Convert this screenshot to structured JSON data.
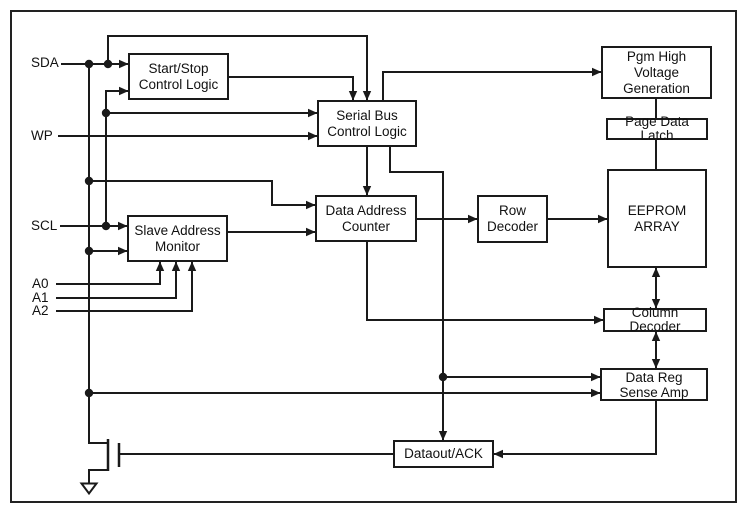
{
  "diagram": {
    "type": "block-diagram",
    "subject": "Serial EEPROM functional block diagram",
    "colors": {
      "wire": "#1a1a1a",
      "block_border": "#1a1a1a",
      "background": "#ffffff",
      "text": "#111111"
    },
    "pins": {
      "sda": "SDA",
      "wp": "WP",
      "scl": "SCL",
      "a0": "A0",
      "a1": "A1",
      "a2": "A2"
    },
    "blocks": {
      "start_stop": {
        "label": "Start/Stop\nControl Logic"
      },
      "serial_bus": {
        "label": "Serial Bus\nControl Logic"
      },
      "slave_monitor": {
        "label": "Slave Address\nMonitor"
      },
      "data_addr": {
        "label": "Data Address\nCounter"
      },
      "row_decoder": {
        "label": "Row\nDecoder"
      },
      "eeprom_array": {
        "label": "EEPROM\nARRAY"
      },
      "pgm_hv": {
        "label": "Pgm High Voltage\nGeneration"
      },
      "page_latch": {
        "label": "Page Data Latch"
      },
      "col_decoder": {
        "label": "Column Decoder"
      },
      "data_reg": {
        "label": "Data Reg\nSense Amp"
      },
      "dataout_ack": {
        "label": "Dataout/ACK"
      }
    },
    "symbols": {
      "mosfet": "nmos-output-transistor",
      "ground": "ground"
    }
  }
}
